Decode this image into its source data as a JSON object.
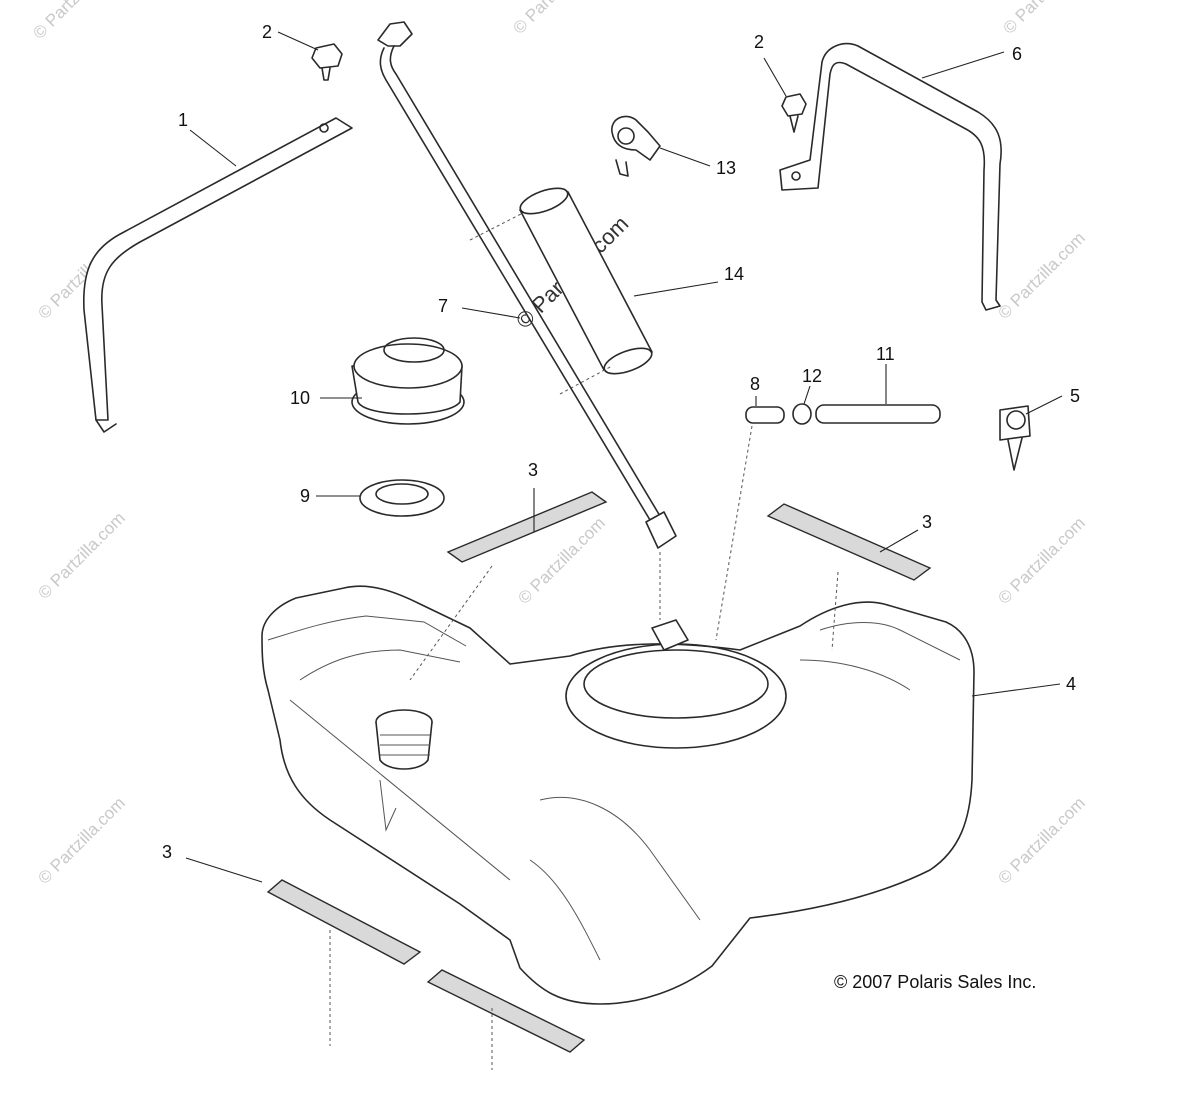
{
  "watermark": "© Partzilla.com",
  "watermark_center": "© Partzilla.com",
  "copyright": "© 2007 Polaris Sales Inc.",
  "callouts": {
    "c1": "1",
    "c2a": "2",
    "c2b": "2",
    "c3a": "3",
    "c3b": "3",
    "c3c": "3",
    "c4": "4",
    "c5": "5",
    "c6": "6",
    "c7": "7",
    "c8": "8",
    "c9": "9",
    "c10": "10",
    "c11": "11",
    "c12": "12",
    "c13": "13",
    "c14": "14"
  }
}
